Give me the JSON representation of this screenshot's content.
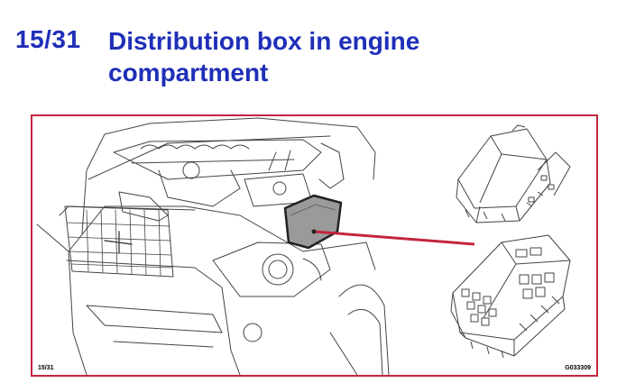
{
  "header": {
    "page_number": "15/31",
    "title": "Distribution box in engine compartment"
  },
  "figure": {
    "label_left": "15/31",
    "label_right": "G033309",
    "colors": {
      "accent": "#1f2fb8",
      "frame": "#c5263f",
      "line_art": "#444444",
      "highlight": "#9a9a9a"
    }
  }
}
